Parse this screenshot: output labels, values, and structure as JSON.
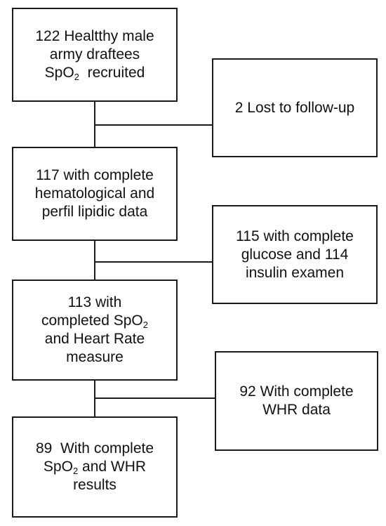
{
  "flow": {
    "box1": {
      "line1": "122 Healtthy male",
      "line2": "army draftees",
      "line3": "SpO",
      "line3_sub": "2",
      "line3_rest": "  recruited"
    },
    "side1": {
      "line1": "2 Lost to follow-up"
    },
    "box2": {
      "line1": "117 with complete",
      "line2": "hematological and",
      "line3": "perfil lipidic data"
    },
    "side2": {
      "line1": "115 with complete",
      "line2": "glucose and 114",
      "line3": "insulin examen"
    },
    "box3": {
      "line1": "113 with",
      "line2": "completed SpO",
      "line2_sub": "2",
      "line3": "and Heart Rate",
      "line4": "measure"
    },
    "side3": {
      "line1": "92 With complete",
      "line2": "WHR data"
    },
    "box4": {
      "line1": "89  With complete",
      "line2": "SpO",
      "line2_sub": "2",
      "line2_rest": " and WHR",
      "line3": "results"
    }
  },
  "colors": {
    "stroke": "#1a1a1a",
    "background": "#ffffff",
    "text": "#111111"
  }
}
